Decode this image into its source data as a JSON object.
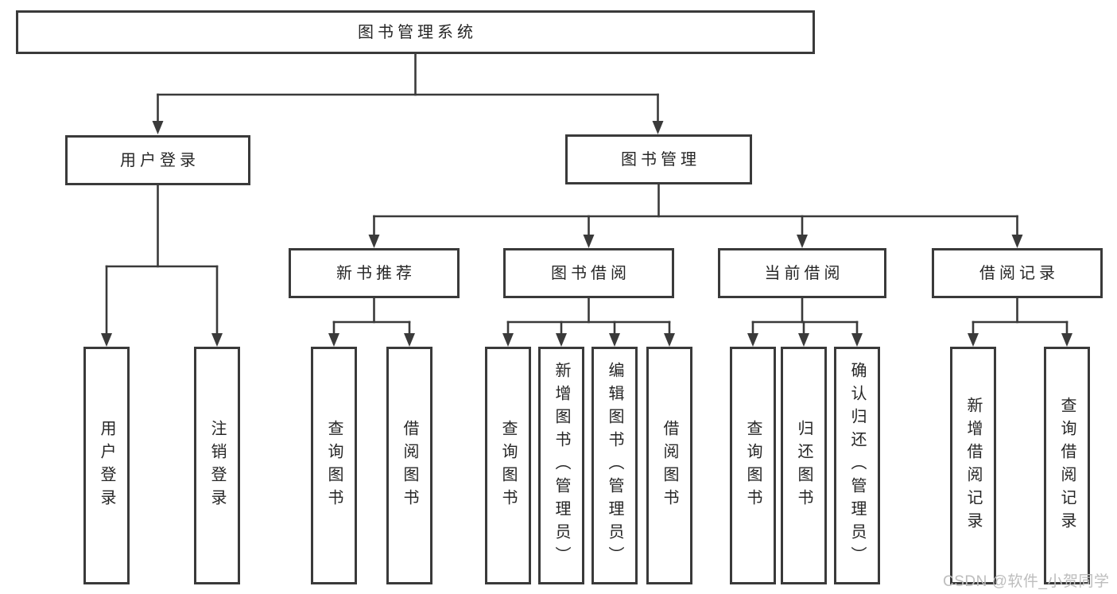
{
  "colors": {
    "line": "#3a3a3a",
    "text": "#262626",
    "background": "#ffffff",
    "watermark": "#bdbdbd"
  },
  "tree": {
    "root": {
      "label": "图书管理系统"
    },
    "branches": [
      {
        "label": "用户登录",
        "children": [
          {
            "label": "用户登录"
          },
          {
            "label": "注销登录"
          }
        ]
      },
      {
        "label": "图书管理",
        "children": [
          {
            "label": "新书推荐",
            "children": [
              {
                "label": "查询图书"
              },
              {
                "label": "借阅图书"
              }
            ]
          },
          {
            "label": "图书借阅",
            "children": [
              {
                "label": "查询图书"
              },
              {
                "label": "新增图书（管理员）"
              },
              {
                "label": "编辑图书（管理员）"
              },
              {
                "label": "借阅图书"
              }
            ]
          },
          {
            "label": "当前借阅",
            "children": [
              {
                "label": "查询图书"
              },
              {
                "label": "归还图书"
              },
              {
                "label": "确认归还（管理员）"
              }
            ]
          },
          {
            "label": "借阅记录",
            "children": [
              {
                "label": "新增借阅记录"
              },
              {
                "label": "查询借阅记录"
              }
            ]
          }
        ]
      }
    ]
  },
  "watermark": {
    "text": "CSDN @软件_小贺同学"
  }
}
